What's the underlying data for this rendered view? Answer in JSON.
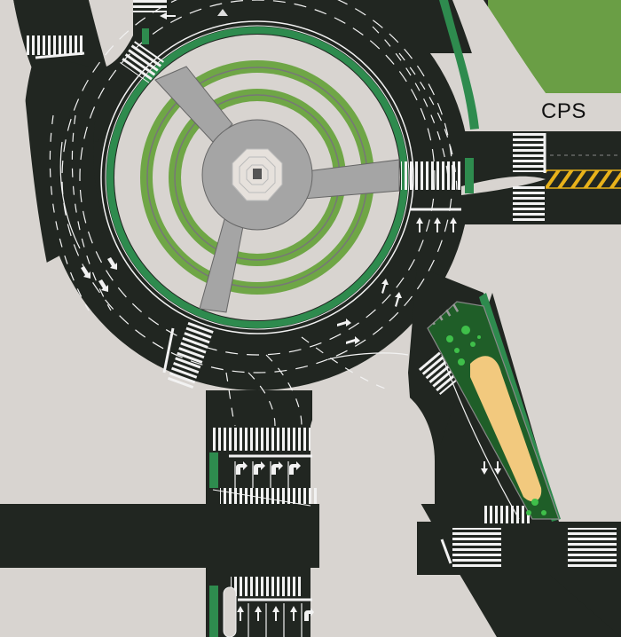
{
  "diagram": {
    "type": "roundabout-site-plan",
    "labels": {
      "cps": "CPS"
    },
    "colors": {
      "ground": "#d8d4d0",
      "asphalt": "#212621",
      "marking": "#f2f2f2",
      "bike_lane": "#2e8b4e",
      "park_green": "#6a9e45",
      "ring_green": "#6fa646",
      "island_grey": "#a5a5a5",
      "planter_dark_green": "#1f5e28",
      "planter_dots": "#3fbf4a",
      "sand_bed": "#f2c97e",
      "yellow_hatch": "#e8b21a"
    },
    "elements": {
      "central_island": "Circular central island with concentric green rings, three grey spokes and octagonal monument at center",
      "roundabout_ring": "Multi-lane circular roadway with dashed lane lines and arrow markings",
      "bike_ring": "Green cycle track encircling the island",
      "north_road": "Approach from top with left-turn arrows",
      "east_road": "Approach from right labeled CPS with yellow hatched median",
      "southeast_road": "Diagonal approach with planted median and sand bed",
      "south_road": "Southern leg with right-turn and through arrows, crosswalks",
      "west_road": "Horizontal road at bottom left",
      "northwest_road": "Curved approach from upper left",
      "park_area": "Green park block at upper right"
    },
    "markings": {
      "south_upper_arrows": [
        "right-turn",
        "right-turn",
        "right-turn",
        "right-turn"
      ],
      "south_lower_arrows": [
        "through",
        "through",
        "through",
        "through",
        "right-turn"
      ],
      "east_exit_arrows": [
        "through",
        "through",
        "through"
      ]
    }
  }
}
